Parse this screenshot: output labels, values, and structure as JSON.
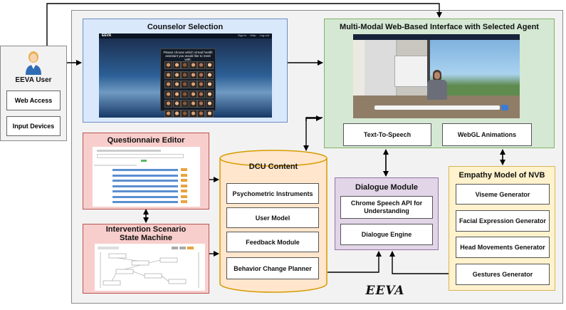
{
  "user": {
    "title": "EEVA User",
    "boxes": [
      "Web Access",
      "Input Devices"
    ]
  },
  "counselor": {
    "title": "Counselor Selection",
    "shot_text": "Please choose which virtual health assistant you would like to meet with:",
    "nav_brand": "EEVA",
    "nav_links": [
      "Sign In",
      "Help",
      "Log out"
    ]
  },
  "multimodal": {
    "title": "Multi-Modal Web-Based Interface with Selected Agent",
    "boxes": [
      "Text-To-Speech",
      "WebGL Animations"
    ]
  },
  "questionnaire": {
    "title": "Questionnaire Editor"
  },
  "intervention": {
    "title_line1": "Intervention Scenario",
    "title_line2": "State Machine"
  },
  "dcu": {
    "title": "DCU Content",
    "items": [
      "Psychometric Instruments",
      "User Model",
      "Feedback Module",
      "Behavior Change Planner"
    ]
  },
  "dialogue": {
    "title": "Dialogue Module",
    "boxes": [
      "Chrome Speech API for Understanding",
      "Dialogue Engine"
    ]
  },
  "empathy": {
    "title": "Empathy Model of NVB",
    "items": [
      "Viseme Generator",
      "Facial Expression Generator",
      "Head Movements Generator",
      "Gestures Generator"
    ]
  },
  "logo": "EEVA",
  "colors": {
    "blue": "#dae8fc",
    "green": "#d5e8d4",
    "red": "#f8cecc",
    "purple": "#e1d5e7",
    "yellow": "#fff2cc",
    "cylinder": "#ffe6cc"
  }
}
